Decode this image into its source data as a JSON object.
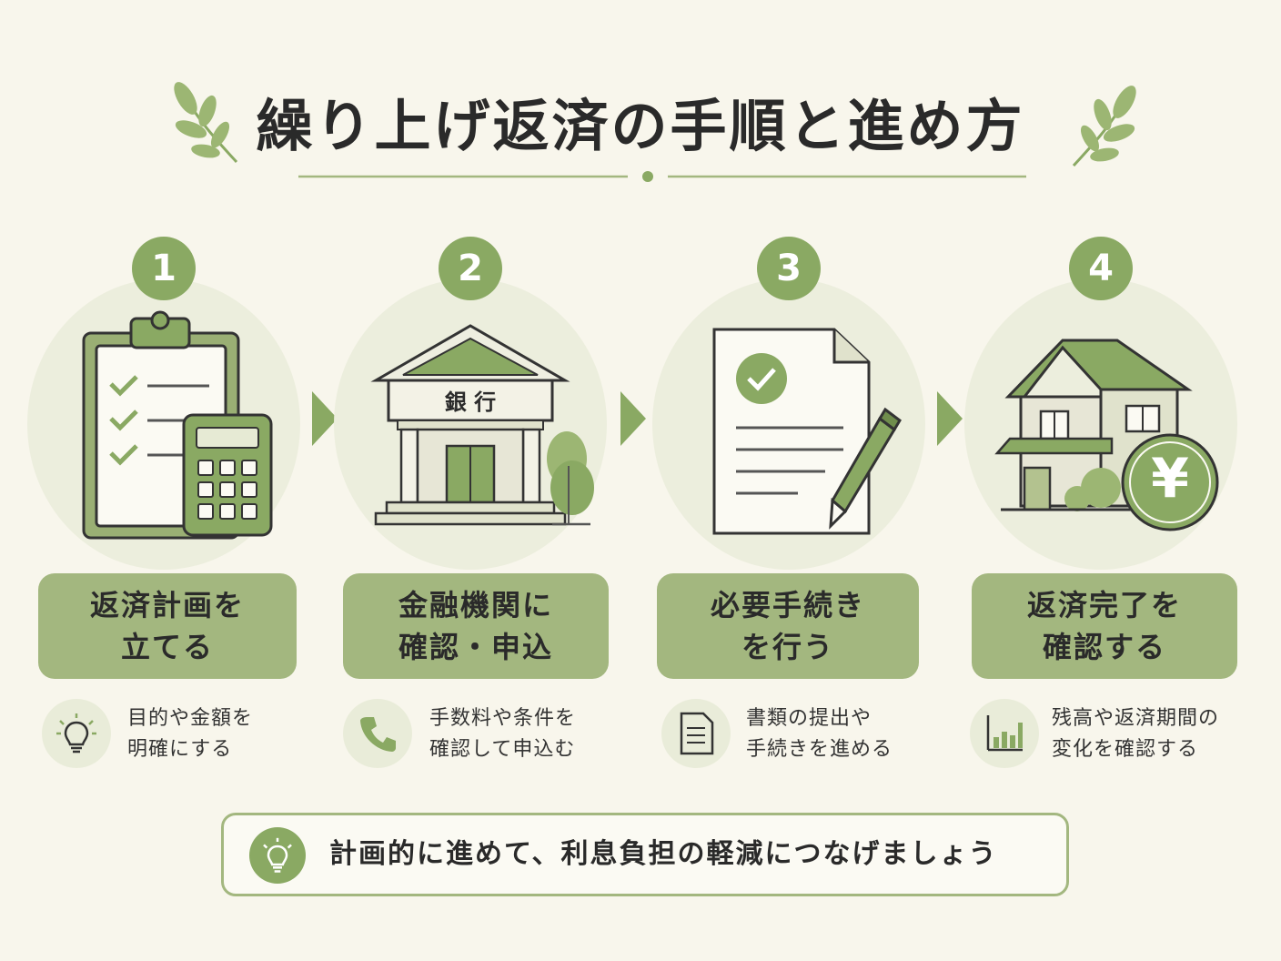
{
  "title": "繰り上げ返済の手順と進め方",
  "steps": [
    {
      "number": "1",
      "label": "返済計画を\n立てる",
      "note": "目的や金額を\n明確にする"
    },
    {
      "number": "2",
      "label": "金融機関に\n確認・申込",
      "note": "手数料や条件を\n確認して申込む",
      "bank_sign": "銀 行"
    },
    {
      "number": "3",
      "label": "必要手続き\nを行う",
      "note": "書類の提出や\n手続きを進める"
    },
    {
      "number": "4",
      "label": "返済完了を\n確認する",
      "note": "残高や返済期間の\n変化を確認する",
      "yen": "¥"
    }
  ],
  "banner": {
    "text": "計画的に進めて、利息負担の軽減につなげましょう"
  },
  "colors": {
    "accent": "#8aa963",
    "label_bg": "#a3b77f",
    "background": "#f8f6ec"
  },
  "icons": [
    "clipboard-icon",
    "calculator-icon",
    "bank-icon",
    "document-icon",
    "pen-icon",
    "house-icon",
    "yen-coin-icon",
    "lightbulb-icon",
    "phone-icon",
    "file-icon",
    "bar-chart-icon"
  ]
}
